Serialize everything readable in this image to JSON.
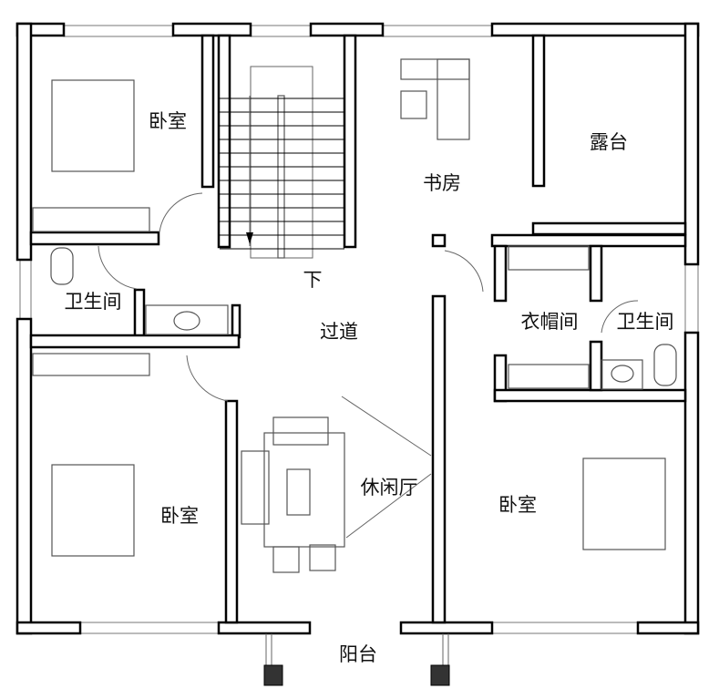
{
  "rooms": {
    "bedroom_nw": "卧室",
    "bathroom_w": "卫生间",
    "stair_down": "下",
    "corridor": "过道",
    "study": "书房",
    "terrace": "露台",
    "closet": "衣帽间",
    "bathroom_e": "卫生间",
    "leisure": "休闲厅",
    "bedroom_sw": "卧室",
    "bedroom_se": "卧室",
    "balcony": "阳台"
  }
}
